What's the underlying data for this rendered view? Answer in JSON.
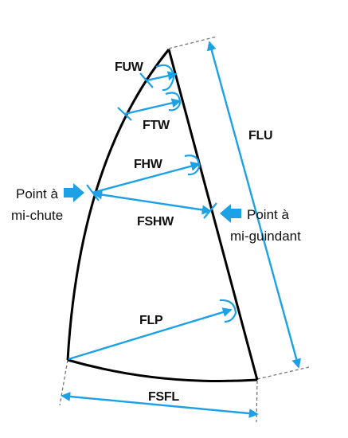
{
  "labels": {
    "fuw": "FUW",
    "ftw": "FTW",
    "fhw": "FHW",
    "fshw": "FSHW",
    "flp": "FLP",
    "flu": "FLU",
    "fsfl": "FSFL"
  },
  "leech_point": {
    "line1": "Point à",
    "line2": "mi-chute"
  },
  "luff_point": {
    "line1": "Point à",
    "line2": "mi-guindant"
  },
  "colors": {
    "sail_outline": "#000000",
    "measure": "#1da1e6",
    "guide": "#777777",
    "text": "#111111"
  }
}
